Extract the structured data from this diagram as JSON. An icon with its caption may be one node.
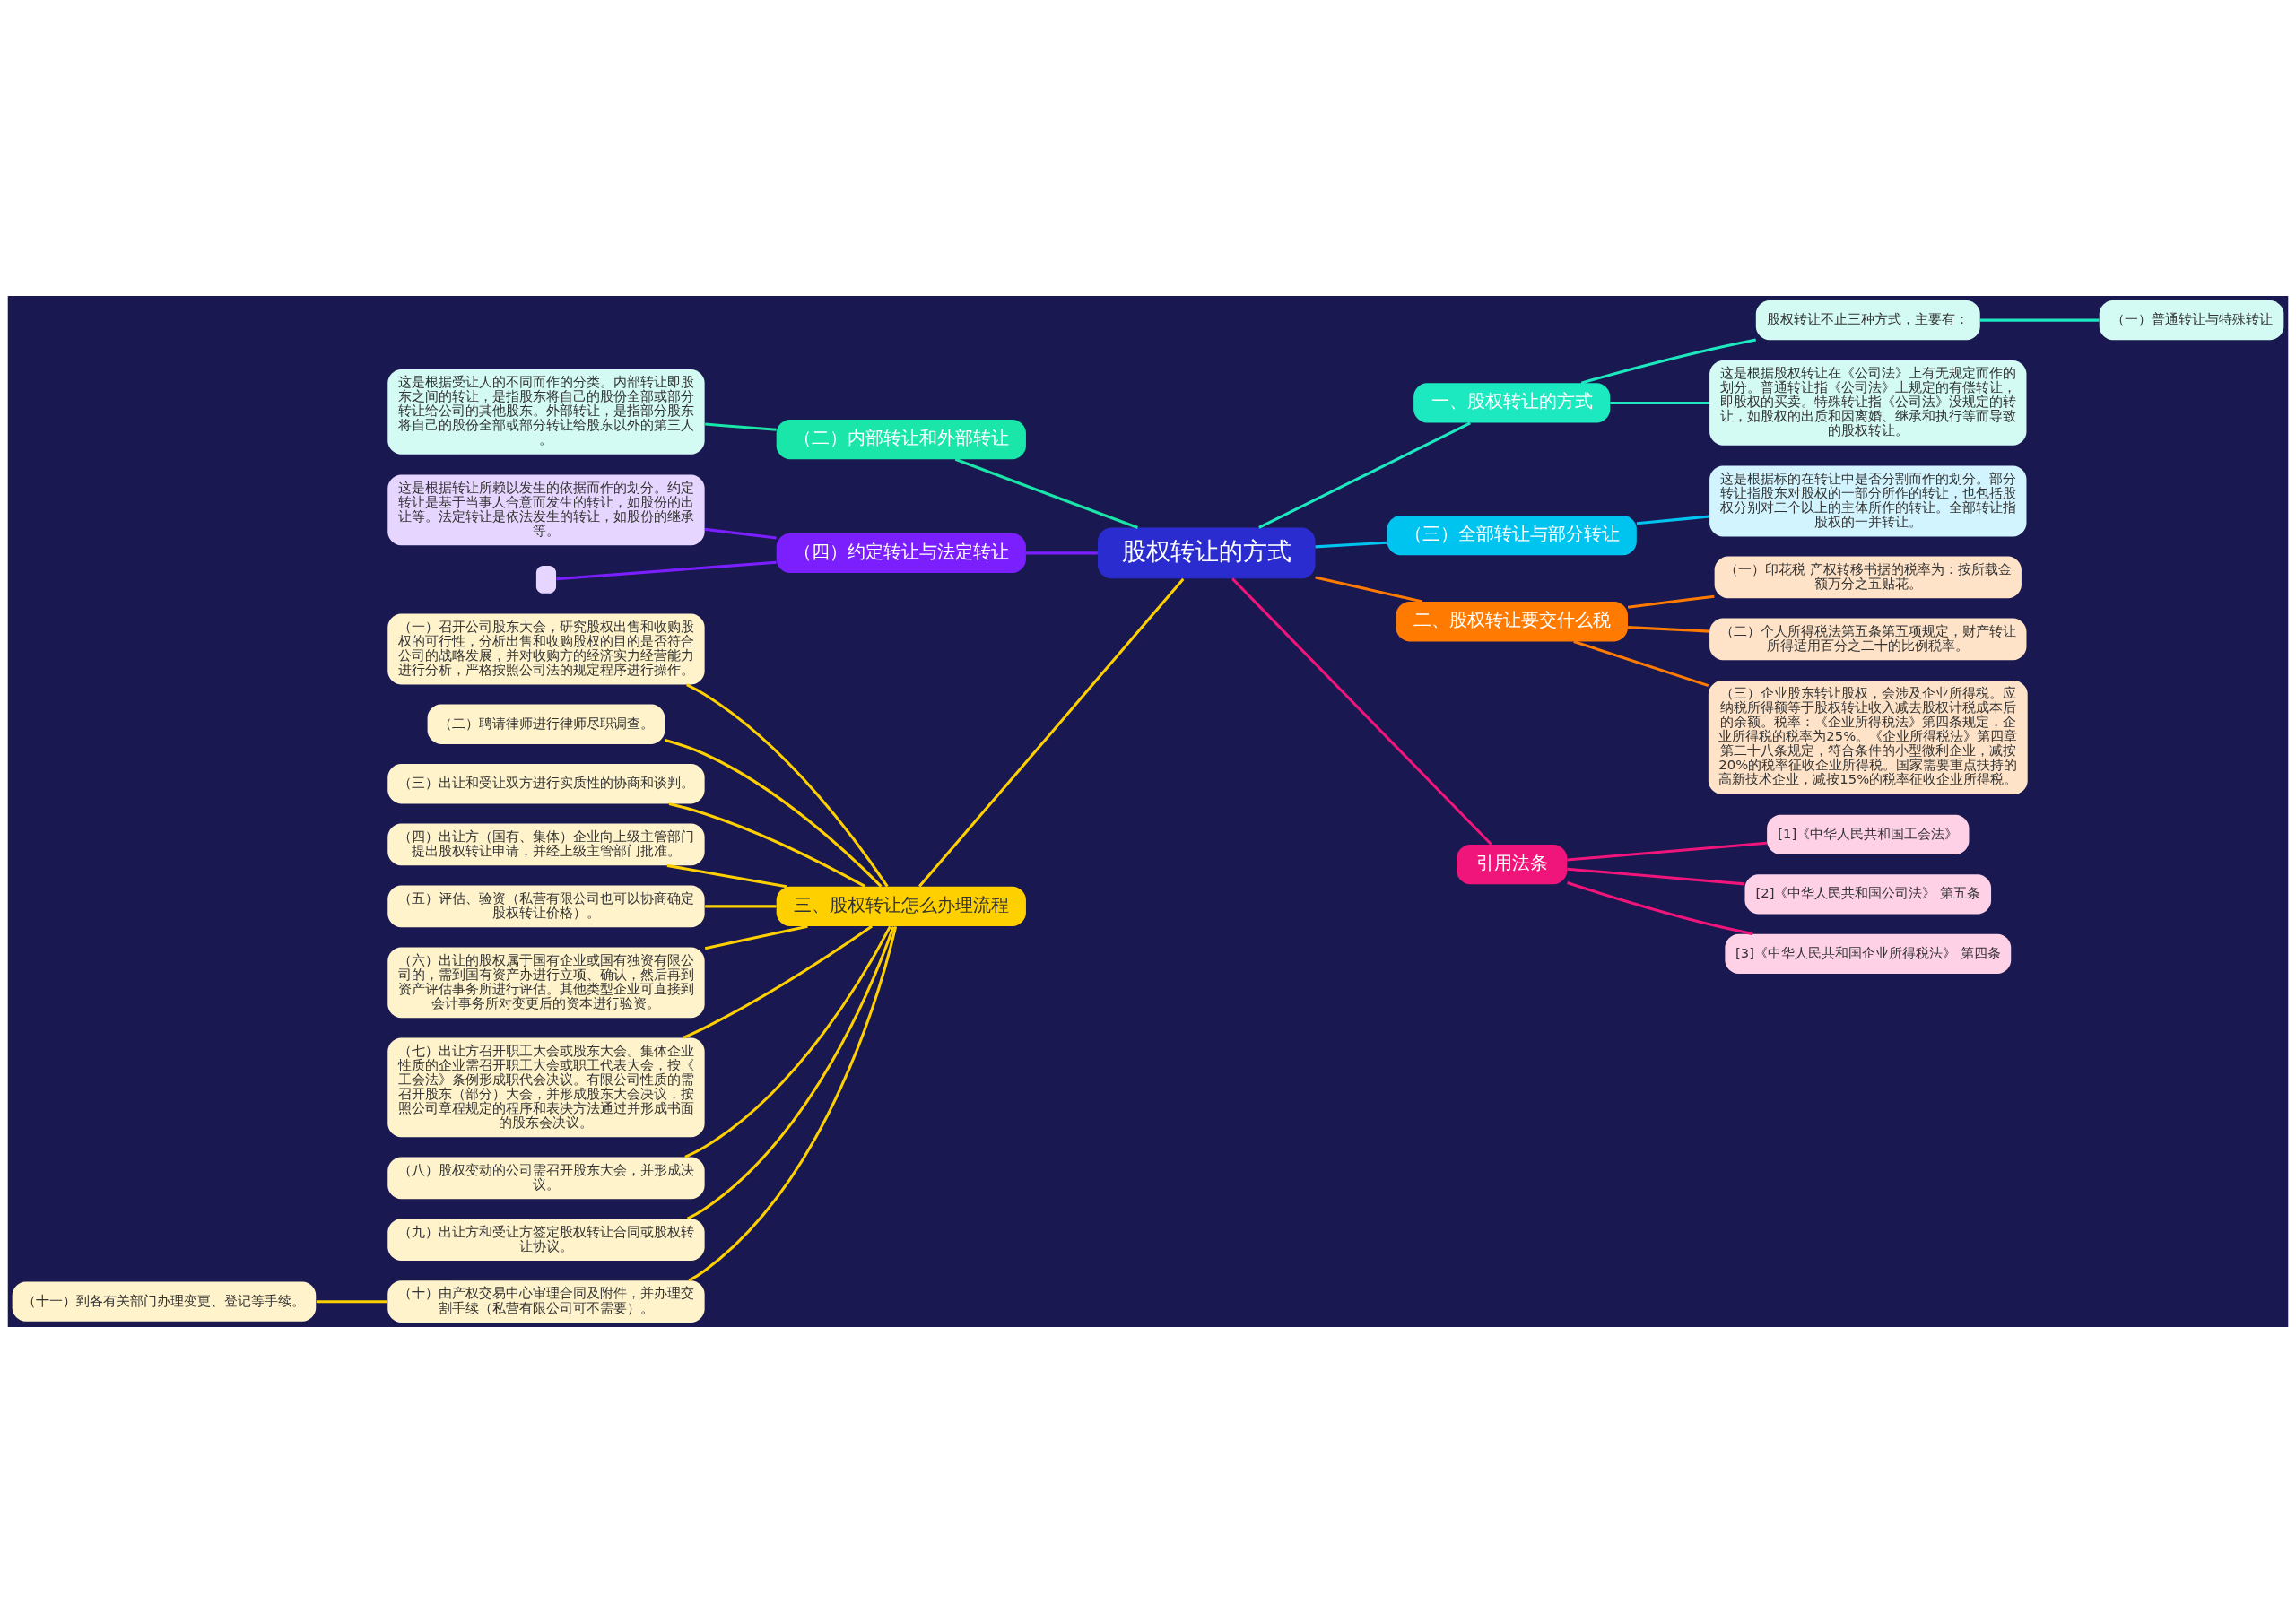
{
  "diagram": {
    "nodes": [
      {
        "text": [
          "股权转让的方式"
        ]
      },
      {
        "text": [
          "一、股权转让的方式"
        ]
      },
      {
        "text": [
          "股权转让不止三种方式，主要有："
        ]
      },
      {
        "text": [
          "（一）普通转让与特殊转让"
        ]
      },
      {
        "text": [
          "这是根据股权转让在《公司法》上有无规定而作的划分。普通转让指《公司法》上规定的有偿转让，即股权的买卖。特殊转让指《公司法》没规定的转让，如股权的出质和因离婚、继承和执行等而导致的股权转让。"
        ]
      },
      {
        "text": [
          "（三）全部转让与部分转让"
        ]
      },
      {
        "text": [
          "这是根据标的在转让中是否分割而作的划分。部分转让指股东对股权的一部分所作的转让，也包括股权分别对二个以上的主体所作的转让。全部转让指股权的一并转让。"
        ]
      },
      {
        "text": [
          "二、股权转让要交什么税"
        ]
      },
      {
        "text": [
          "（一）印花税 产权转移书据的税率为：按所载金额万分之五贴花。"
        ]
      },
      {
        "text": [
          "（二）个人所得税法第五条第五项规定，财产转让所得适用百分之二十的比例税率。"
        ]
      },
      {
        "text": [
          "（三）企业股东转让股权，会涉及企业所得税。应纳税所得额等于股权转让收入减去股权计税成本后的余额。税率：《企业所得税法》第四条规定，企业所得税的税率为25%。《企业所得税法》第四章第二十八条规定，符合条件的小型微利企业，减按20%的税率征收企业所得税。国家需要重点扶持的高新技术企业，减按15%的税率征收企业所得税。"
        ]
      },
      {
        "text": [
          "引用法条"
        ]
      },
      {
        "text": [
          "[1]《中华人民共和国工会法》"
        ]
      },
      {
        "text": [
          "[2]《中华人民共和国公司法》 第五条"
        ]
      },
      {
        "text": [
          "[3]《中华人民共和国企业所得税法》 第四条"
        ]
      },
      {
        "text": [
          "（二）内部转让和外部转让"
        ]
      },
      {
        "text": [
          "这是根据受让人的不同而作的分类。内部转让即股东之间的转让，是指股东将自己的股份全部或部分转让给公司的其他股东。外部转让，是指部分股东将自己的股份全部或部分转让给股东以外的第三人。"
        ]
      },
      {
        "text": [
          "（四）约定转让与法定转让"
        ]
      },
      {
        "text": [
          "这是根据转让所赖以发生的依据而作的划分。约定转让是基于当事人合意而发生的转让，如股份的出让等。法定转让是依法发生的转让，如股份的继承等。"
        ]
      },
      {
        "text": [],
        "shape": "box"
      },
      {
        "text": [
          "三、股权转让怎么办理流程"
        ]
      },
      {
        "text": [
          "（一）召开公司股东大会，研究股权出售和收购股权的可行性，分析出售和收购股权的目的是否符合公司的战略发展，并对收购方的经济实力经营能力进行分析，严格按照公司法的规定程序进行操作。"
        ]
      },
      {
        "text": [
          "（二）聘请律师进行律师尽职调查。"
        ]
      },
      {
        "text": [
          "（三）出让和受让双方进行实质性的协商和谈判。"
        ]
      },
      {
        "text": [
          "（四）出让方（国有、集体）企业向上级主管部门提出股权转让申请，并经上级主管部门批准。"
        ]
      },
      {
        "text": [
          "（五）评估、验资（私营有限公司也可以协商确定股权转让价格）。"
        ]
      },
      {
        "text": [
          "（六）出让的股权属于国有企业或国有独资有限公司的，需到国有资产办进行立项、确认，然后再到资产评估事务所进行评估。其他类型企业可直接到会计事务所对变更后的资本进行验资。"
        ]
      },
      {
        "text": [
          "（七）出让方召开职工大会或股东大会。集体企业性质的企业需召开职工大会或职工代表大会，按《工会法》条例形成职代会决议。有限公司性质的需召开股东（部分）大会，并形成股东大会决议，按照公司章程规定的程序和表决方法通过并形成书面的股东会决议。"
        ]
      },
      {
        "text": [
          "（八）股权变动的公司需召开股东大会，并形成决议。"
        ]
      },
      {
        "text": [
          "（九）出让方和受让方签定股权转让合同或股权转让协议。"
        ]
      },
      {
        "text": [
          "（十）由产权交易中心审理合同及附件，并办理交割手续（私营有限公司可不需要）。"
        ]
      },
      {
        "text": [
          "（十一）到各有关部门办理变更、登记等手续。"
        ]
      }
    ],
    "edges": [
      {
        "from": 0,
        "to": 1,
        "arrow": "none",
        "color": "#1de9c0"
      },
      {
        "from": 1,
        "to": 2,
        "arrow": "none",
        "color": "#1de9c0"
      },
      {
        "from": 2,
        "to": 3,
        "arrow": "none",
        "color": "#1de9c0"
      },
      {
        "from": 1,
        "to": 4,
        "arrow": "none",
        "color": "#1de9c0"
      },
      {
        "from": 0,
        "to": 5,
        "arrow": "none",
        "color": "#00c4f0"
      },
      {
        "from": 5,
        "to": 6,
        "arrow": "none",
        "color": "#00c4f0"
      },
      {
        "from": 0,
        "to": 7,
        "arrow": "none",
        "color": "#ff7a00"
      },
      {
        "from": 7,
        "to": 8,
        "arrow": "none",
        "color": "#ff7a00"
      },
      {
        "from": 7,
        "to": 9,
        "arrow": "none",
        "color": "#ff7a00"
      },
      {
        "from": 7,
        "to": 10,
        "arrow": "none",
        "color": "#ff7a00"
      },
      {
        "from": 0,
        "to": 11,
        "arrow": "none",
        "color": "#f0157a"
      },
      {
        "from": 11,
        "to": 12,
        "arrow": "none",
        "color": "#f0157a"
      },
      {
        "from": 11,
        "to": 13,
        "arrow": "none",
        "color": "#f0157a"
      },
      {
        "from": 11,
        "to": 14,
        "arrow": "none",
        "color": "#f0157a"
      },
      {
        "from": 0,
        "to": 15,
        "arrow": "none",
        "color": "#19e6a8"
      },
      {
        "from": 15,
        "to": 16,
        "arrow": "none",
        "color": "#19e6a8"
      },
      {
        "from": 0,
        "to": 17,
        "arrow": "none",
        "color": "#7b1fff"
      },
      {
        "from": 17,
        "to": 18,
        "arrow": "none",
        "color": "#7b1fff"
      },
      {
        "from": 17,
        "to": 19,
        "arrow": "none",
        "color": "#7b1fff"
      },
      {
        "from": 0,
        "to": 20,
        "arrow": "none",
        "color": "#ffd000"
      },
      {
        "from": 20,
        "to": 21,
        "arrow": "none",
        "color": "#ffd000"
      },
      {
        "from": 20,
        "to": 22,
        "arrow": "none",
        "color": "#ffd000"
      },
      {
        "from": 20,
        "to": 23,
        "arrow": "none",
        "color": "#ffd000"
      },
      {
        "from": 20,
        "to": 24,
        "arrow": "none",
        "color": "#ffd000"
      },
      {
        "from": 20,
        "to": 25,
        "arrow": "none",
        "color": "#ffd000"
      },
      {
        "from": 20,
        "to": 26,
        "arrow": "none",
        "color": "#ffd000"
      },
      {
        "from": 20,
        "to": 27,
        "arrow": "none",
        "color": "#ffd000"
      },
      {
        "from": 20,
        "to": 28,
        "arrow": "none",
        "color": "#ffd000"
      },
      {
        "from": 20,
        "to": 29,
        "arrow": "none",
        "color": "#ffd000"
      },
      {
        "from": 20,
        "to": 30,
        "arrow": "none",
        "color": "#ffd000"
      },
      {
        "from": 30,
        "to": 31,
        "arrow": "none",
        "color": "#ffd000"
      }
    ]
  }
}
